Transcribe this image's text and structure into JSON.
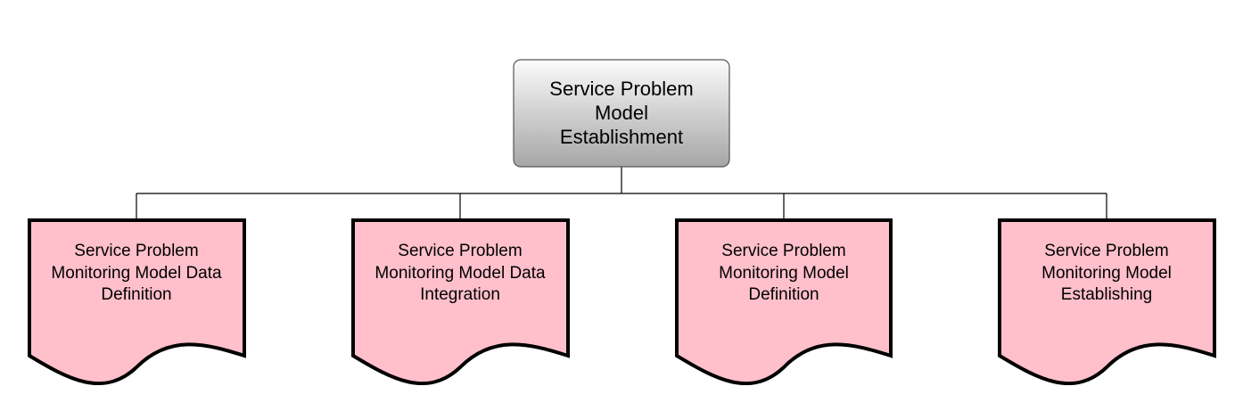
{
  "diagram": {
    "root": {
      "label": "Service Problem\nModel\nEstablishment"
    },
    "children": [
      {
        "label": "Service Problem\nMonitoring Model Data\nDefinition"
      },
      {
        "label": "Service Problem\nMonitoring Model Data\nIntegration"
      },
      {
        "label": "Service Problem\nMonitoring Model\nDefinition"
      },
      {
        "label": "Service Problem\nMonitoring Model\nEstablishing"
      }
    ]
  },
  "colors": {
    "root_fill_top": "#fbfbfb",
    "root_fill_bottom": "#a6a6a6",
    "child_fill": "#ffc0cb",
    "stroke": "#000000",
    "background": "#ffffff"
  }
}
